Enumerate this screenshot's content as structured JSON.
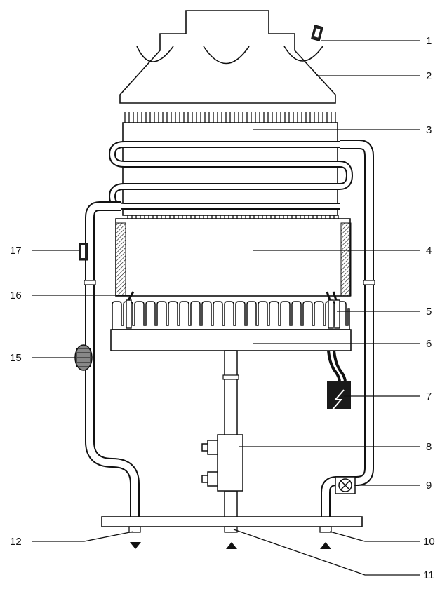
{
  "callouts": [
    {
      "id": "1",
      "text": "1"
    },
    {
      "id": "2",
      "text": "2"
    },
    {
      "id": "3",
      "text": "3"
    },
    {
      "id": "4",
      "text": "4"
    },
    {
      "id": "5",
      "text": "5"
    },
    {
      "id": "6",
      "text": "6"
    },
    {
      "id": "7",
      "text": "7"
    },
    {
      "id": "8",
      "text": "8"
    },
    {
      "id": "9",
      "text": "9"
    },
    {
      "id": "10",
      "text": "10"
    },
    {
      "id": "11",
      "text": "11"
    },
    {
      "id": "12",
      "text": "12"
    },
    {
      "id": "15",
      "text": "15"
    },
    {
      "id": "16",
      "text": "16"
    },
    {
      "id": "17",
      "text": "17"
    }
  ],
  "colors": {
    "line": "#111111",
    "fill_dark": "#1a1a1a",
    "background": "#ffffff"
  }
}
